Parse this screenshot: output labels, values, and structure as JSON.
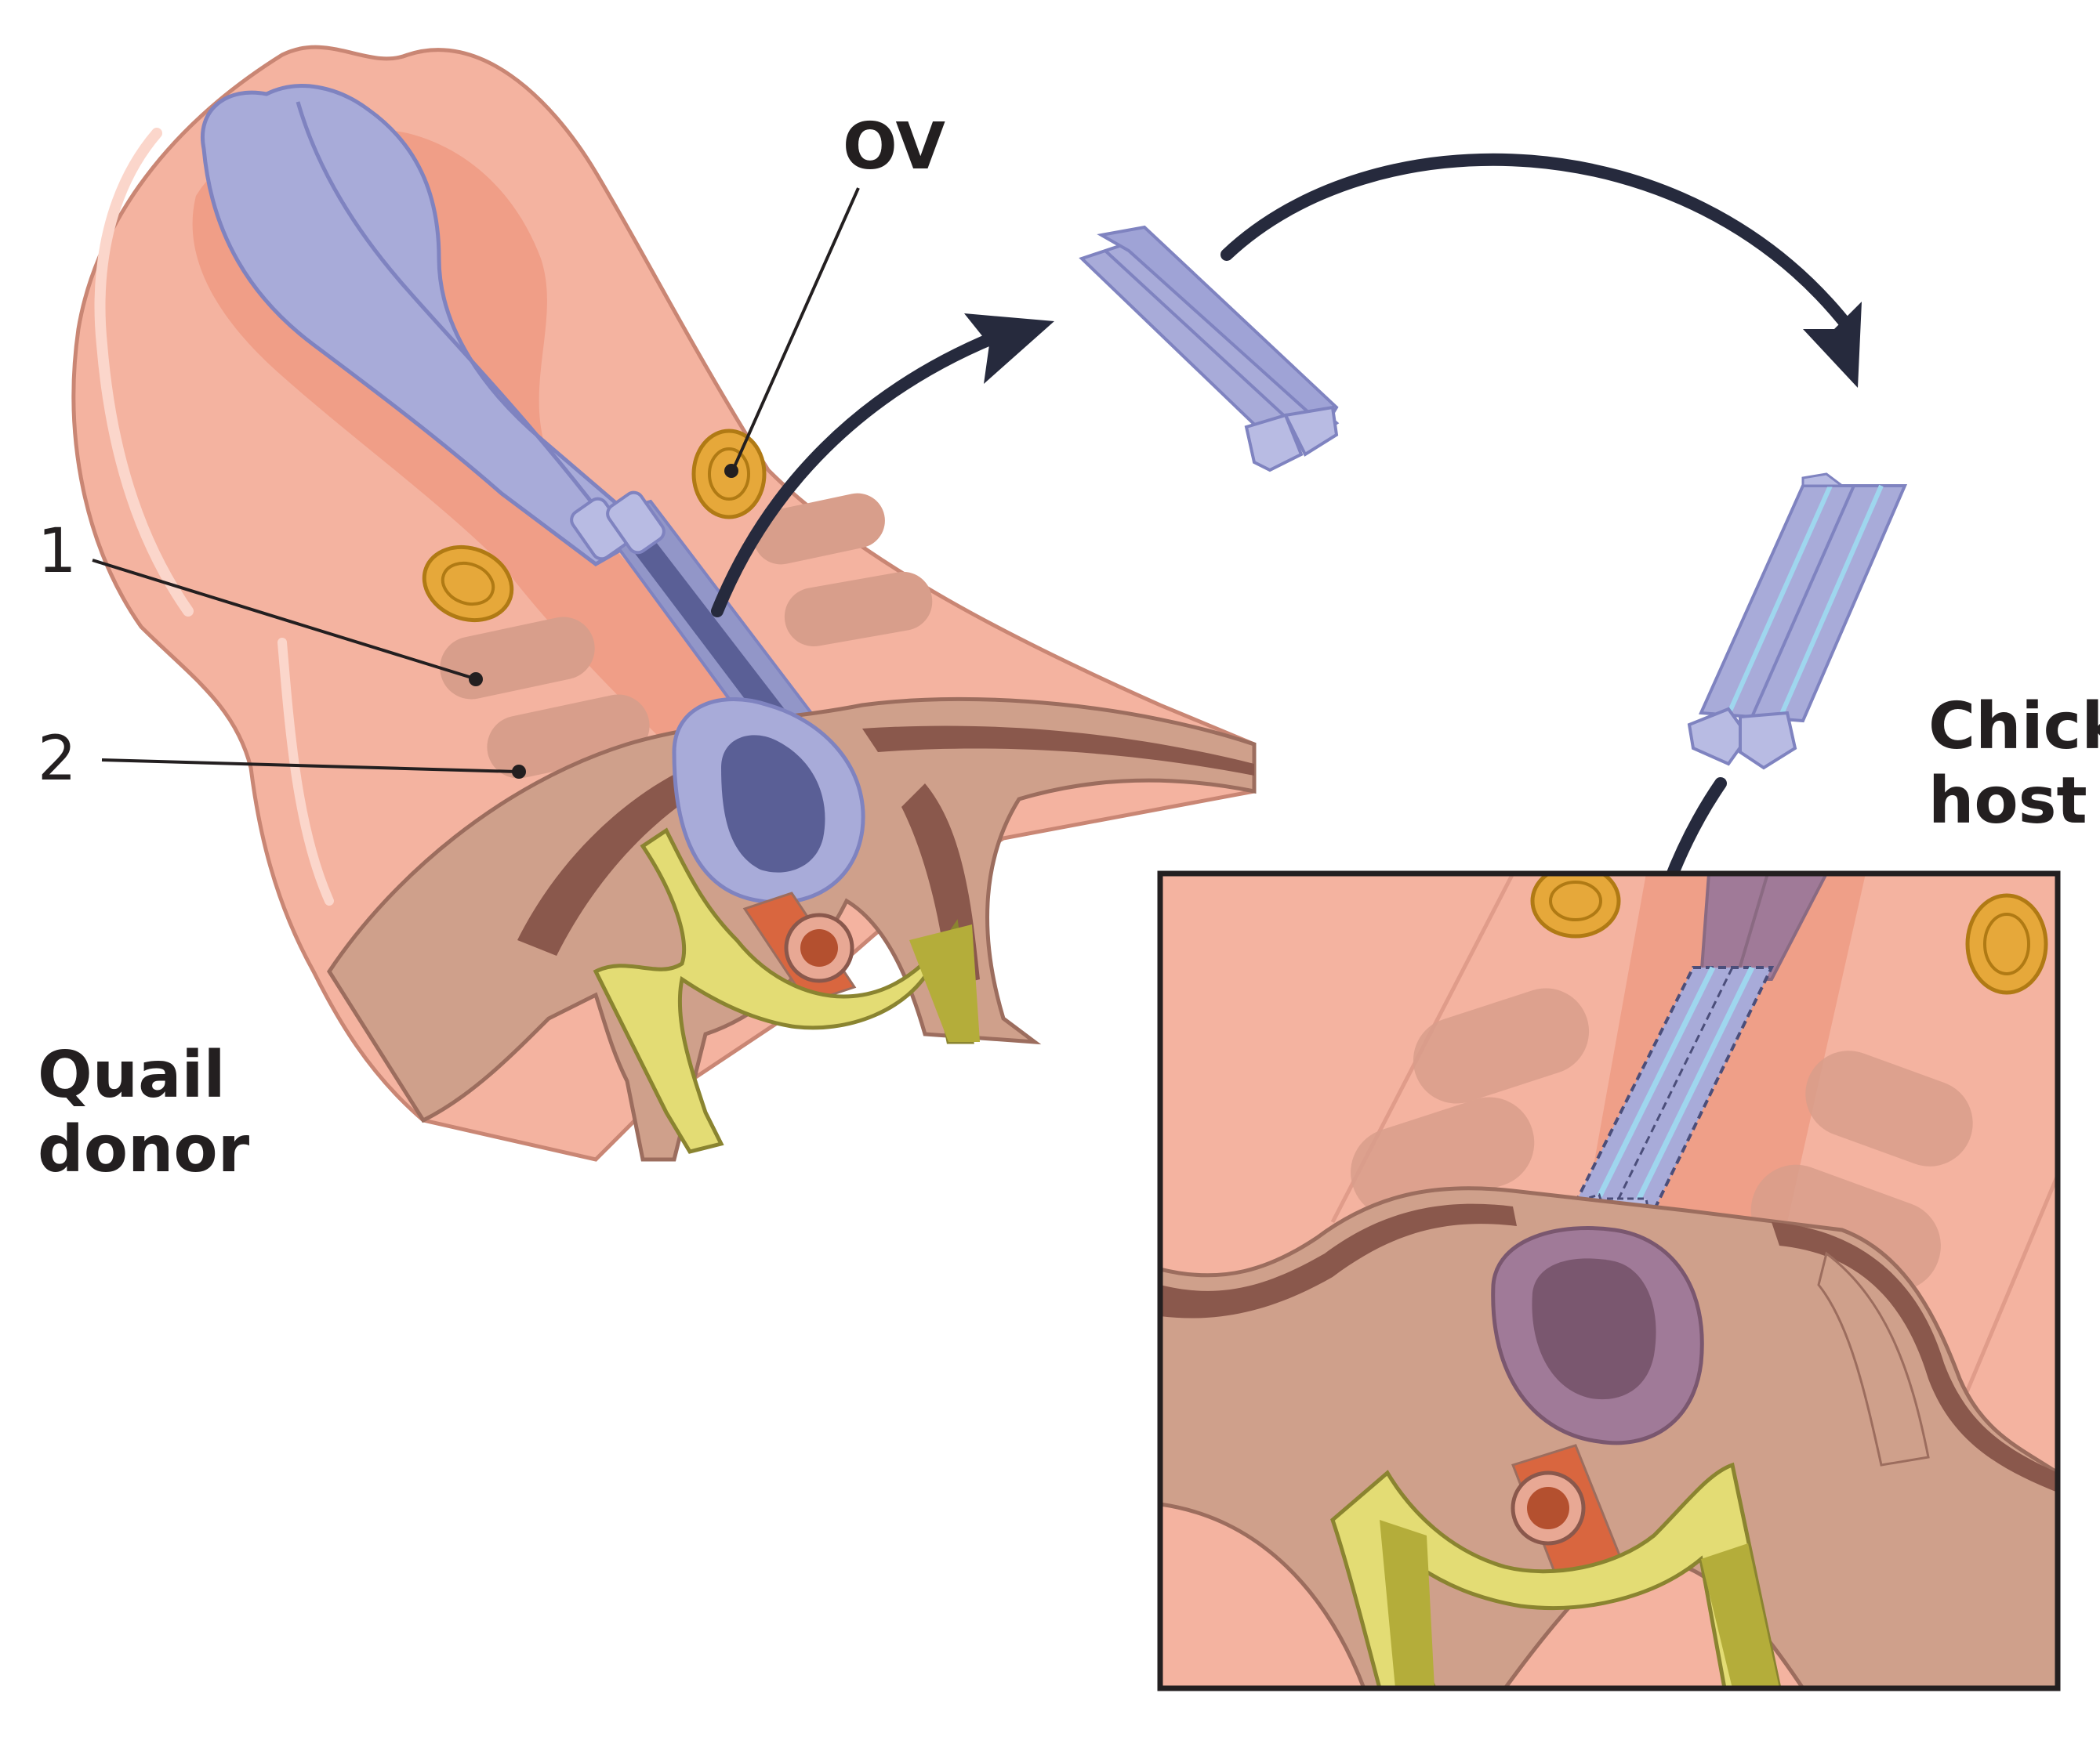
{
  "labels": {
    "ov": "OV",
    "one": "1",
    "two": "2",
    "chick_line1": "Chick",
    "chick_line2": "host",
    "quail_line1": "Quail",
    "quail_line2": "donor"
  },
  "colors": {
    "skin": "#f4b3a0",
    "skin_stroke": "#c98674",
    "skin_dark": "#ee9a82",
    "somite": "#d89e8b",
    "tissue_brown": "#cfa08b",
    "tissue_dark": "#8a584c",
    "tissue_stroke": "#9c6d5e",
    "neural_tube": "#a8abd9",
    "neural_tube_stroke": "#7f83c0",
    "neural_lumen": "#5a5f96",
    "graft_stripe": "#9fd6ee",
    "host_tube": "#a07a98",
    "host_lumen": "#7a576f",
    "notochord": "#c98674",
    "aorta": "#d9663f",
    "yellow": "#e3dc74",
    "yellow_dark": "#b4ad3a",
    "vesicle": "#e6a83a",
    "vesicle_stroke": "#b07a14",
    "arrow": "#262a3d",
    "ink": "#231f20"
  }
}
